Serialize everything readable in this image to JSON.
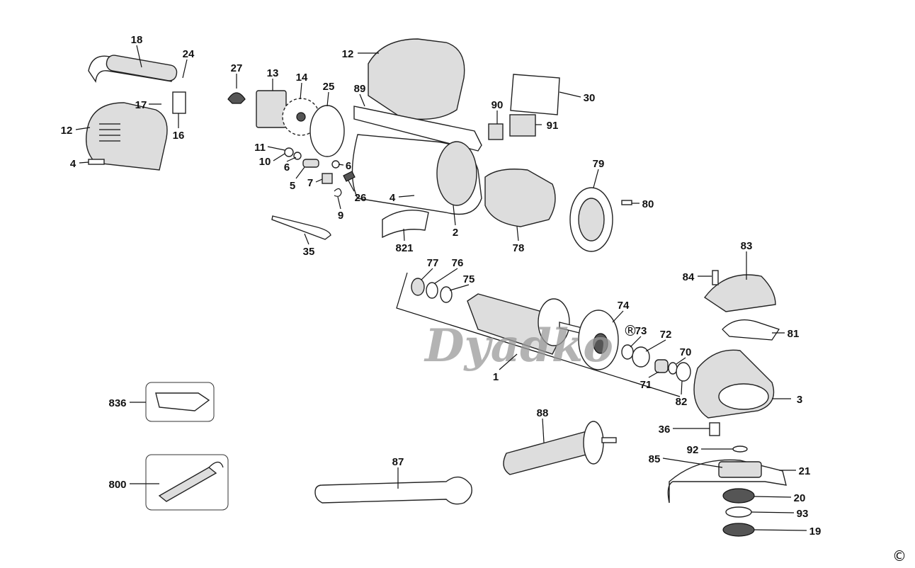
{
  "title": "Angle grinder exploded parts diagram",
  "watermark": "Dyadko",
  "copyright_symbol": "©",
  "labels": [
    "18",
    "24",
    "27",
    "13",
    "14",
    "25",
    "12",
    "89",
    "30",
    "90",
    "91",
    "17",
    "16",
    "12",
    "11",
    "10",
    "6",
    "6",
    "5",
    "7",
    "26",
    "9",
    "4",
    "4",
    "79",
    "80",
    "2",
    "78",
    "821",
    "35",
    "77",
    "76",
    "75",
    "83",
    "84",
    "74",
    "73",
    "72",
    "81",
    "70",
    "1",
    "71",
    "82",
    "3",
    "836",
    "36",
    "92",
    "88",
    "87",
    "85",
    "21",
    "800",
    "20",
    "93",
    "19"
  ]
}
